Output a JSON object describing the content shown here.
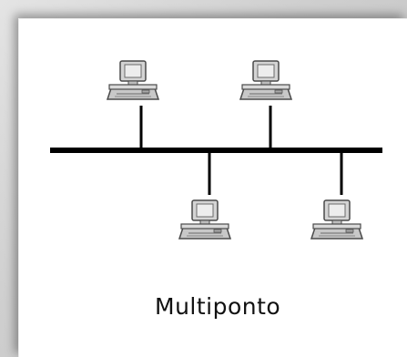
{
  "diagram": {
    "caption": "Multiponto",
    "topology": "bus",
    "node_icon": "computer-icon",
    "colors": {
      "bus_line": "#000000",
      "computer_body": "#c8c8c8",
      "computer_screen": "#e8e8e8",
      "computer_outline": "#4a4a4a"
    },
    "nodes": [
      {
        "name": "computer-1",
        "side": "top"
      },
      {
        "name": "computer-2",
        "side": "top"
      },
      {
        "name": "computer-3",
        "side": "bottom"
      },
      {
        "name": "computer-4",
        "side": "bottom"
      }
    ]
  }
}
